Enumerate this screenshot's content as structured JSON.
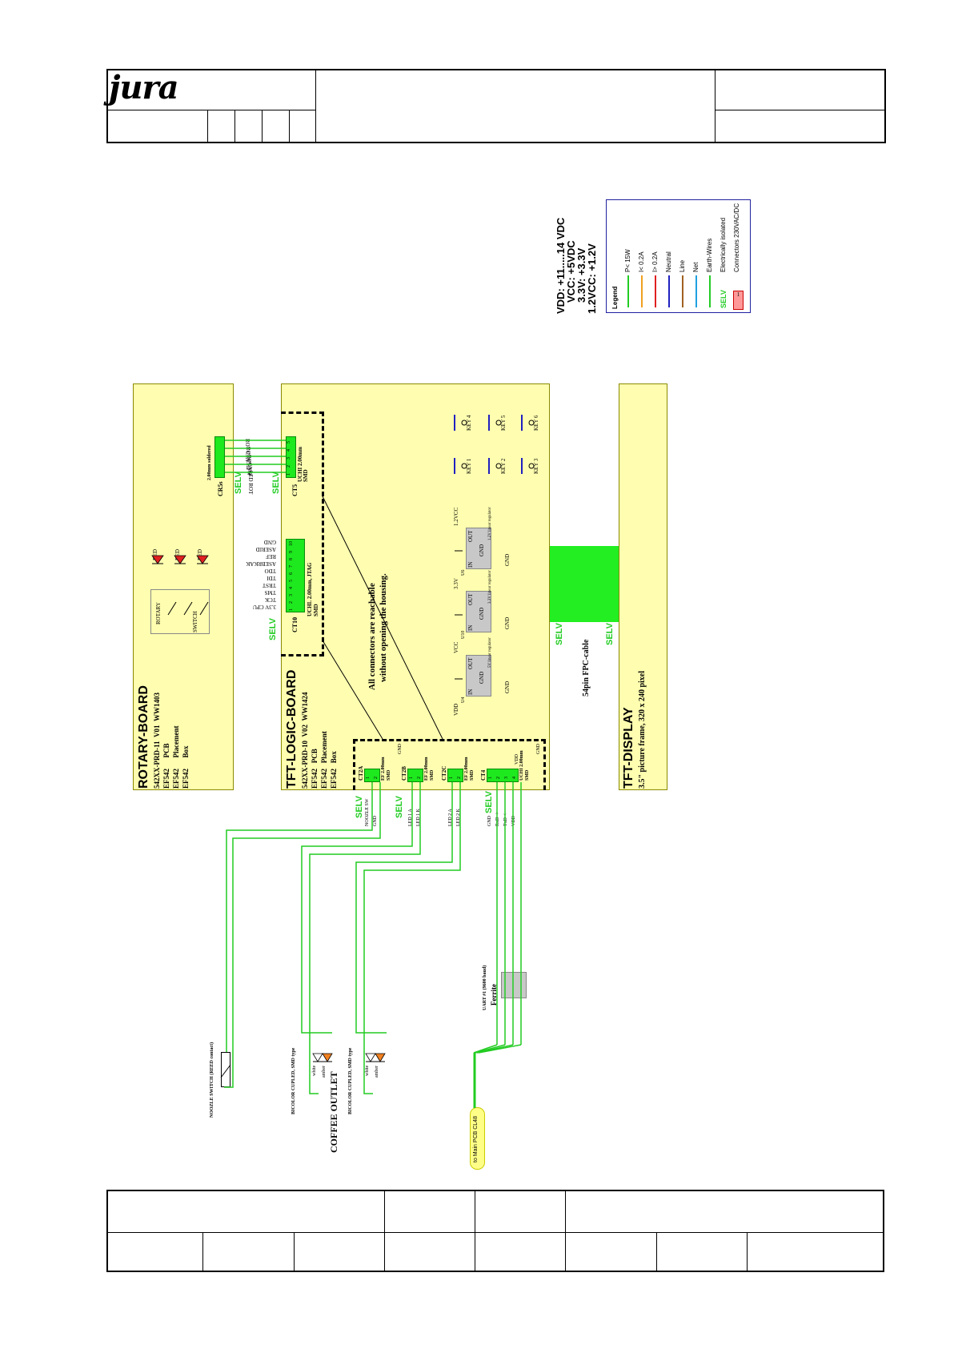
{
  "header": {
    "logo": "jura"
  },
  "legend": {
    "supply": [
      "VDD: +11.....14 VDC",
      "VCC: +5VDC",
      "3.3V: +3.3V",
      "1.2VCC: +1.2V"
    ],
    "title": "Legend",
    "items": [
      {
        "label": "P< 15W",
        "color": "#22cc22"
      },
      {
        "label": "I< 0.2A",
        "color": "#f0a020"
      },
      {
        "label": "I> 0.2A",
        "color": "#e02020"
      },
      {
        "label": "Neutral",
        "color": "#2020c0"
      },
      {
        "label": "Line",
        "color": "#a06020"
      },
      {
        "label": "Net",
        "color": "#20a0e0"
      },
      {
        "label": "Earth-Wires",
        "color": "#22cc22"
      },
      {
        "label": "Electrically isolated",
        "color": "#22cc22",
        "tag": "SELV"
      },
      {
        "label": "Connectors 230VAC/DC",
        "color": "#ff9999",
        "tag": "1"
      }
    ]
  },
  "rotary": {
    "title": "ROTARY-BOARD",
    "lines": [
      [
        "542XX-PRD-11",
        "V01",
        "WW1403"
      ],
      [
        "EF542",
        "PCB",
        ""
      ],
      [
        "EF542",
        "Placement",
        ""
      ],
      [
        "EF542",
        "Box",
        ""
      ]
    ],
    "switches": [
      "ROTARY",
      "SWITCH"
    ],
    "leds": [
      "RED",
      "RED",
      "RED"
    ],
    "connector": "CR5s",
    "connector_note": "2.00mm soldered",
    "selv": "SELV"
  },
  "logic": {
    "title": "TFT-LOGIC-BOARD",
    "lines": [
      [
        "542XX-PRD-10",
        "V02",
        "WW1424"
      ],
      [
        "EF542",
        "PCB",
        ""
      ],
      [
        "EF542",
        "Placement",
        ""
      ],
      [
        "EF542",
        "Box",
        ""
      ]
    ],
    "ct5": {
      "name": "CT5",
      "type": "UCHI 2.00mm",
      "smd": "SMD",
      "pins": [
        "1",
        "2",
        "3",
        "4",
        "5"
      ],
      "signals": [
        "ROT CH1",
        "ROT CH2",
        "ROT SW",
        "GND",
        "LED ROT"
      ]
    },
    "ct10": {
      "name": "CT10",
      "type": "UCHI. 2.00mm, JTAG",
      "smd": "SMD",
      "pins": [
        "1",
        "2",
        "3",
        "4",
        "5",
        "6",
        "7",
        "8",
        "9",
        "10"
      ],
      "signals": [
        "3.3V CPU",
        "TCK",
        "TMS",
        "TRST",
        "TDI",
        "TDO",
        "ASEBRKAK",
        "REF",
        "ASERID",
        "GND"
      ]
    },
    "keys": [
      "KEY 1",
      "KEY 2",
      "KEY 3",
      "KEY 4",
      "KEY 5",
      "KEY 6"
    ],
    "note": [
      "All connectors are reachable",
      "without opening the housing."
    ],
    "regulators": [
      {
        "name": "U4",
        "in": "IN",
        "out": "OUT",
        "gnd": "GND",
        "desc": "5V linear regulator",
        "input": "VDD",
        "output": "VCC",
        "ground": "GND"
      },
      {
        "name": "U10",
        "in": "IN",
        "out": "OUT",
        "gnd": "GND",
        "desc": "3.3V linear regulator",
        "input": "",
        "output": "3.3V",
        "ground": "GND"
      },
      {
        "name": "U6",
        "in": "IN",
        "out": "OUT",
        "gnd": "GND",
        "desc": "1.2V linear regulator",
        "input": "",
        "output": "1.2VCC",
        "ground": "GND"
      }
    ],
    "connectors_bottom": [
      {
        "name": "CT2A",
        "type": "EF 2.00mm",
        "smd": "SMD",
        "gnd": "GND",
        "pins": [
          "1",
          "2"
        ],
        "signals": [
          "NOOZLE SW",
          "GND"
        ]
      },
      {
        "name": "CT2B",
        "type": "EF 2.00mm",
        "smd": "SMD",
        "pins": [
          "1",
          "2"
        ],
        "signals": [
          "LED 1 A",
          "LED 1 K"
        ]
      },
      {
        "name": "CT2C",
        "type": "EF 2.00mm",
        "smd": "SMD",
        "pins": [
          "1",
          "2"
        ],
        "signals": [
          "LED 2 A",
          "LED 2 K"
        ]
      },
      {
        "name": "CT4",
        "type": "UCHI 2.00mm",
        "smd": "SMD",
        "vdd": "VDD",
        "gnd": "GND",
        "pins": [
          "1",
          "2",
          "3",
          "4"
        ],
        "signals": [
          "GND",
          "RxD ->",
          "TxD <-",
          "VDD"
        ]
      }
    ],
    "selv": "SELV"
  },
  "display": {
    "title": "TFT-DISPLAY",
    "subtitle": "3.5\" picture frame, 320 x 240 pixel",
    "cable": "54pin FPC-cable",
    "selv": "SELV"
  },
  "peripherals": {
    "nozzle": "NOOZLE SWITCH (REED contact)",
    "bicolor1": "BICOLOR CUPLED, SMD type",
    "bicolor2": "BICOLOR CUPLED, SMD type",
    "coffee_outlet": "COFFEE OUTLET",
    "led_white": "white",
    "led_amber": "amber",
    "uart": "UART #1 (9600 baud)",
    "ferrite": "Ferrite",
    "to_main": "to Main PCB CL48"
  }
}
